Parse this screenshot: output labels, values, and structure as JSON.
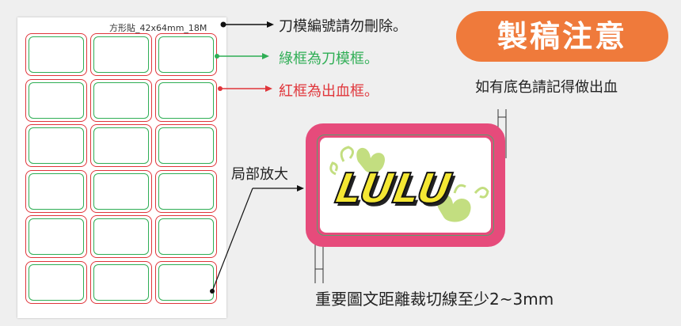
{
  "sheet": {
    "label": "方形貼_42x64mm_18M"
  },
  "annotations": {
    "die_line_note": "刀模編號請勿刪除。",
    "green_frame_note": "綠框為刀模框。",
    "red_frame_note": "紅框為出血框。",
    "zoom_label": "局部放大",
    "bleed_note": "如有底色請記得做出血",
    "bottom_note": "重要圖文距離裁切線至少2~3mm"
  },
  "badge": {
    "text": "製稿注意"
  },
  "preview": {
    "logo_text": "LULU"
  },
  "colors": {
    "background": "#efefef",
    "badge": "#ef7a3b",
    "bleed_frame": "#e64b7b",
    "cut_line": "#2fae55",
    "red_line": "#e0353a",
    "logo_fill": "#f4e733"
  }
}
